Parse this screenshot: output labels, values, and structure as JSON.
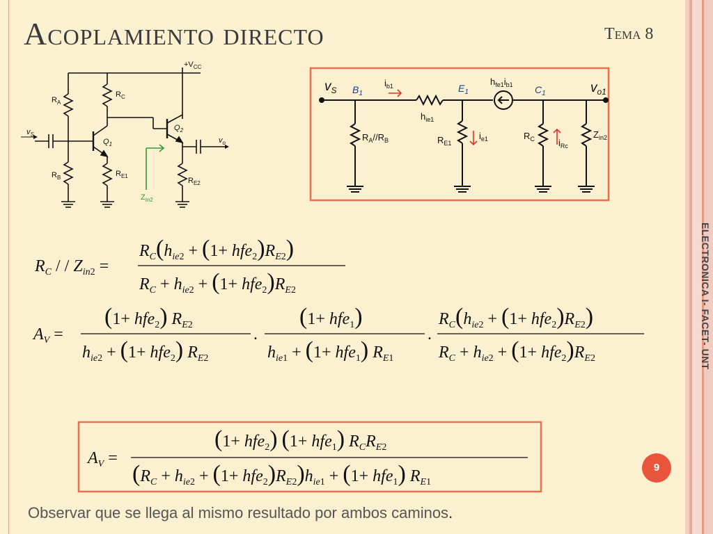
{
  "header": {
    "title": "Acoplamiento directo",
    "tema": "Tema 8"
  },
  "side_label": "ELECTRONICA I- FACET- UNT",
  "page_number": "9",
  "footer_note": "Observar que se llega al mismo resultado por ambos caminos",
  "footer_note_end": ".",
  "colors": {
    "accent": "#e8553a",
    "background": "#fbf0cf",
    "circuit_blue": "#1a3f8f",
    "zin_green": "#2f9a3a",
    "box_orange": "#e8704f"
  },
  "left_circuit": {
    "vcc": "+V",
    "vcc_sub": "CC",
    "ra": "R",
    "ra_sub": "A",
    "rc": "R",
    "rc_sub": "C",
    "rb": "R",
    "rb_sub": "B",
    "re1": "R",
    "re1_sub": "E1",
    "re2": "R",
    "re2_sub": "E2",
    "vs": "v",
    "vs_sub": "S",
    "vo": "v",
    "vo_sub": "o",
    "q1": "Q",
    "q1_sub": "1",
    "q2": "Q",
    "q2_sub": "2",
    "zin": "Z",
    "zin_sub": "In2"
  },
  "right_circuit": {
    "vs": "v",
    "vs_sub": "S",
    "vo1": "v",
    "vo1_sub": "o1",
    "b1": "B",
    "b1_sub": "1",
    "e1": "E",
    "e1_sub": "1",
    "c1": "C",
    "c1_sub": "1",
    "ib1": "i",
    "ib1_sub": "b1",
    "hfe": "h",
    "hfe_sub": "fe1",
    "hfe_i": "i",
    "hfe_i_sub": "b1",
    "hie": "h",
    "hie_sub": "ie1",
    "rarb": "R",
    "rarb_sub1": "A",
    "rarb_mid": "//R",
    "rarb_sub2": "B",
    "re1": "R",
    "re1_sub": "E1",
    "ie1": "i",
    "ie1_sub": "e1",
    "rc": "R",
    "rc_sub": "C",
    "irc": "i",
    "irc_sub": "Rc",
    "zin": "Z",
    "zin_sub": "in2"
  }
}
